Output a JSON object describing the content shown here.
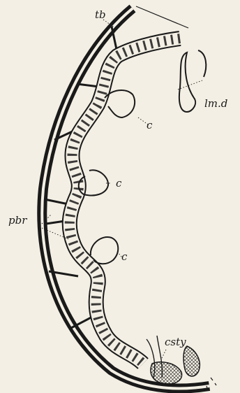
{
  "figure": {
    "labels": {
      "tb": "tb",
      "lmd": "lm.d",
      "c1": "c",
      "c2": "c",
      "c3": "c",
      "pbr": "pbr",
      "csty": "csty"
    },
    "colors": {
      "background": "#f3efe4",
      "ink": "#1a1a1a"
    }
  }
}
